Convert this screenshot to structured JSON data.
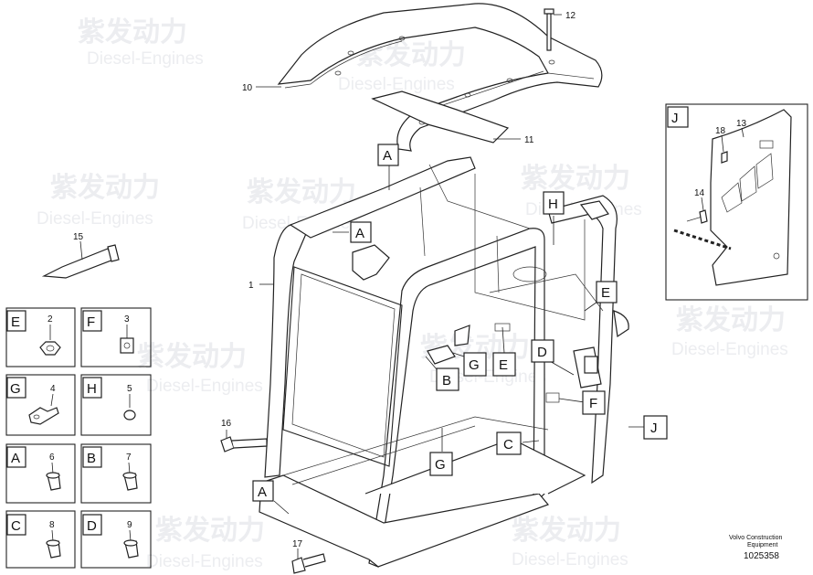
{
  "labels": {
    "p1": "1",
    "p2": "2",
    "p3": "3",
    "p4": "4",
    "p5": "5",
    "p6": "6",
    "p7": "7",
    "p8": "8",
    "p9": "9",
    "p10": "10",
    "p11": "11",
    "p12": "12",
    "p13": "13",
    "p14": "14",
    "p15": "15",
    "p16": "16",
    "p17": "17",
    "p18": "18"
  },
  "callouts": {
    "A": "A",
    "B": "B",
    "C": "C",
    "D": "D",
    "E": "E",
    "F": "F",
    "G": "G",
    "H": "H",
    "J": "J"
  },
  "footer": {
    "line1": "Volvo Construction",
    "line2": "Equipment",
    "code": "1025358"
  },
  "watermark": {
    "cn": "紫发动力",
    "en": "Diesel-Engines"
  }
}
